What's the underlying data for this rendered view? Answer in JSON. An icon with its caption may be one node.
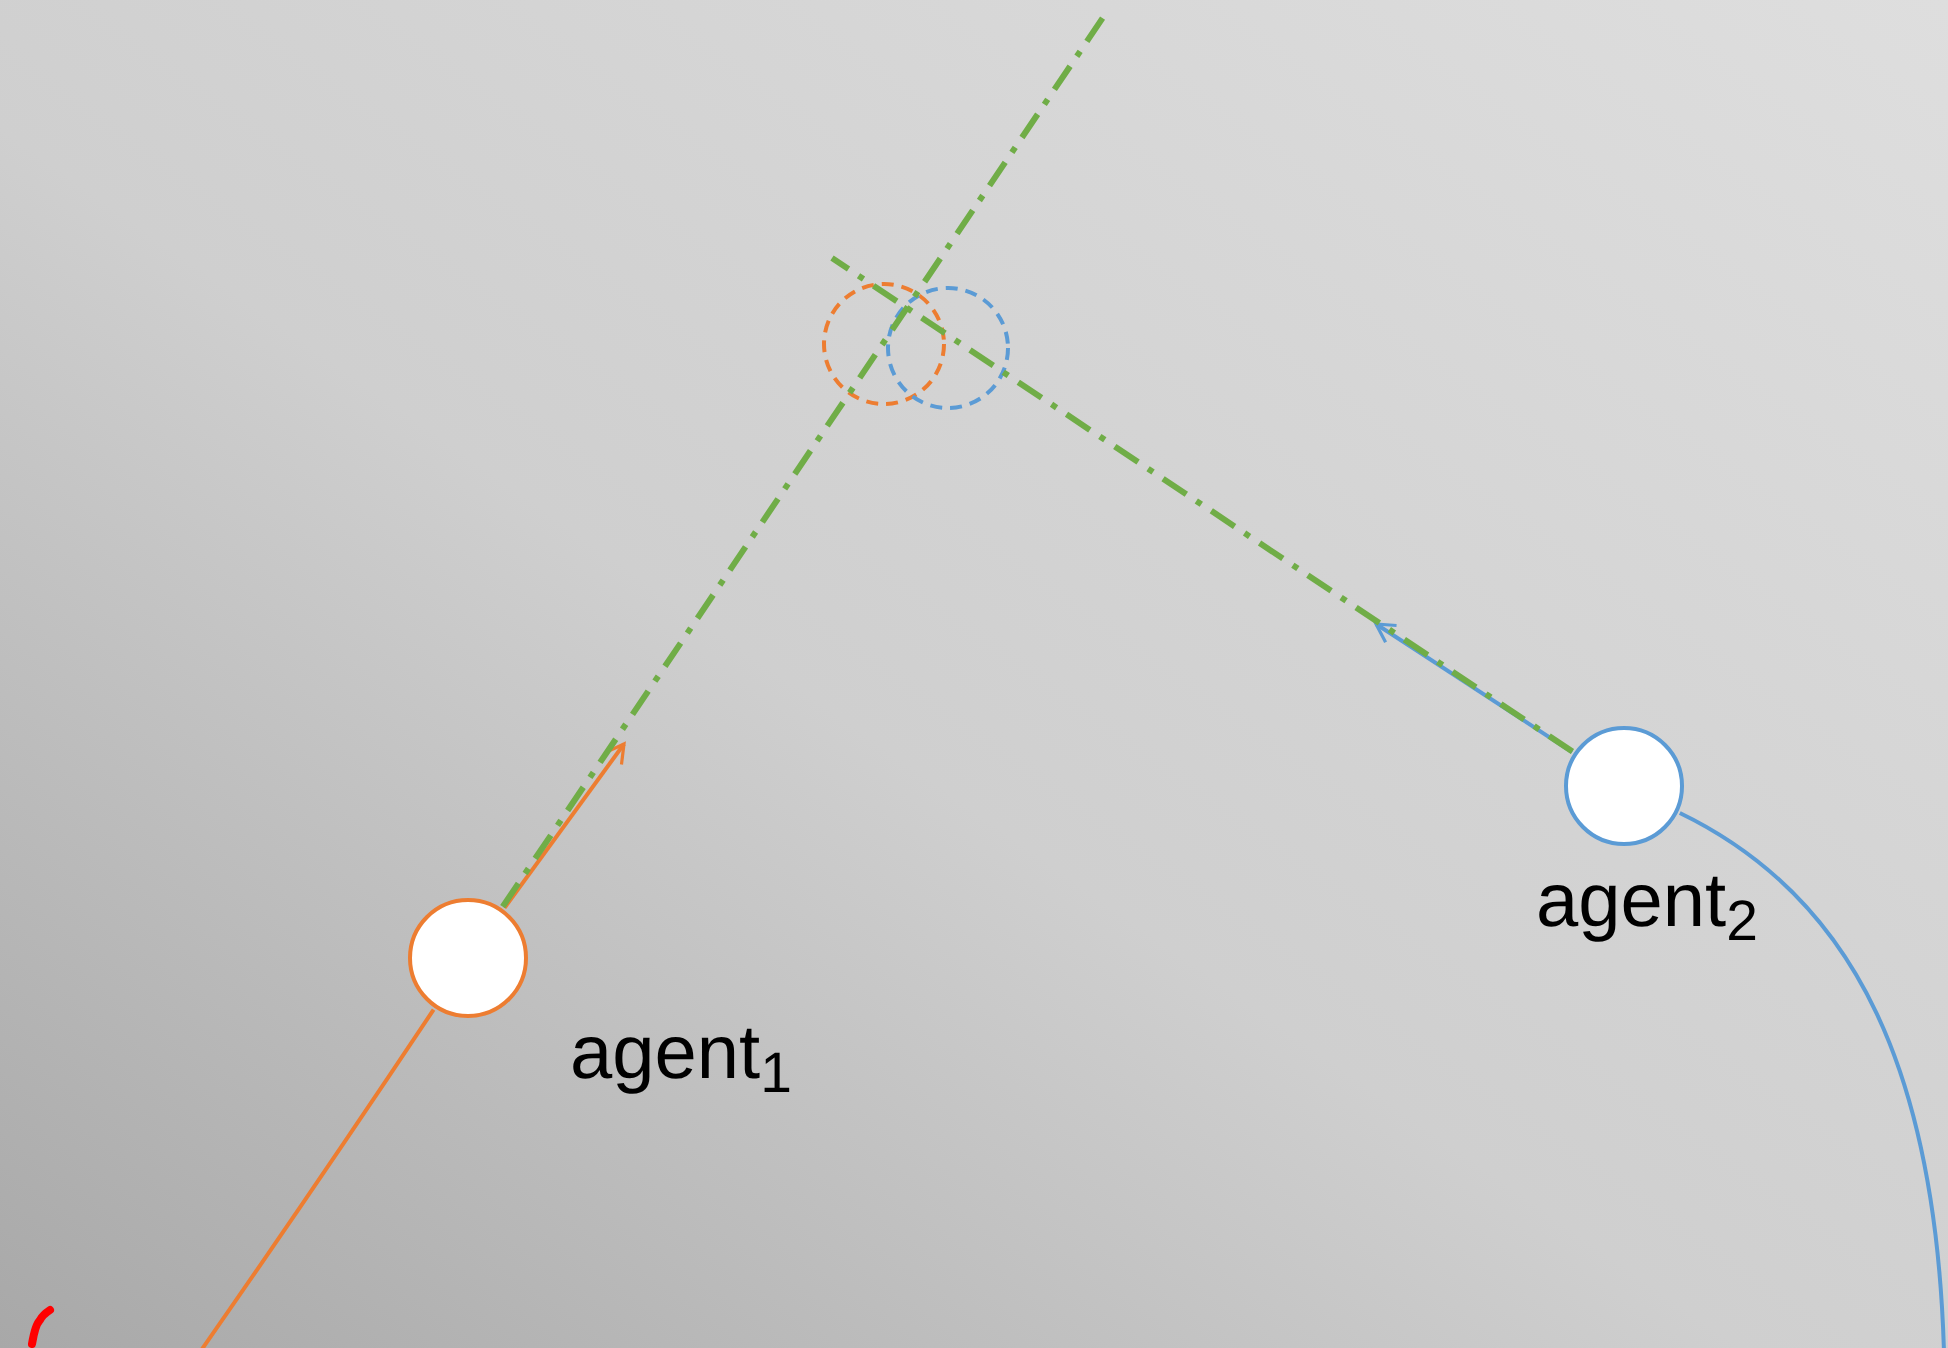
{
  "diagram": {
    "nodes": [
      {
        "text": [],
        "shape": "circle",
        "beside": [
          "agent$_{1}$"
        ]
      },
      {
        "text": [],
        "shape": "circle",
        "beside": [
          "agent$_{2}$"
        ]
      }
    ],
    "edges": [
      {
        "from": null,
        "to": 0,
        "arrow": "none",
        "color": "#ed7d31"
      },
      {
        "from": 0,
        "to": null,
        "arrow": "to",
        "color": "#ed7d31"
      },
      {
        "from": 0,
        "to": null,
        "arrow": "none",
        "style": "dashed",
        "color": "#70ad47"
      },
      {
        "from": null,
        "to": 1,
        "arrow": "none",
        "color": "#5b9bd5"
      },
      {
        "from": 1,
        "to": null,
        "arrow": "to",
        "color": "#5b9bd5"
      },
      {
        "from": 1,
        "to": null,
        "arrow": "none",
        "style": "dashed",
        "color": "#70ad47"
      }
    ]
  }
}
